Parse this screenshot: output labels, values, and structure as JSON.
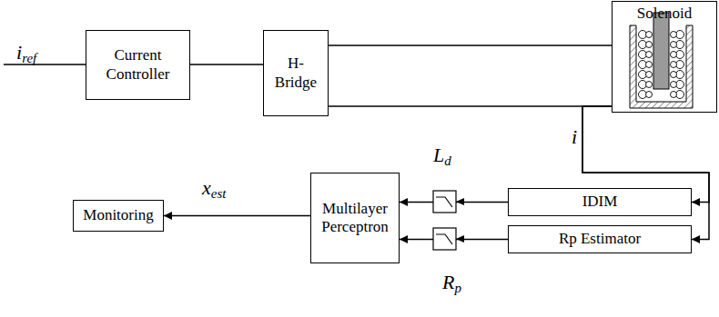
{
  "diagram": {
    "nodes": [
      {
        "text": [
          "Current Controller"
        ]
      },
      {
        "text": [
          "H- Bridge"
        ]
      },
      {
        "text": [
          "Solenoid"
        ]
      },
      {
        "text": [
          "Monitoring"
        ]
      },
      {
        "text": [
          "Multilayer Perceptron"
        ]
      },
      {
        "text": [
          "IDIM"
        ]
      },
      {
        "text": [
          "Rp Estimator"
        ]
      }
    ],
    "edges": [
      {
        "from": 0,
        "to": 1,
        "arrow": "none"
      },
      {
        "from": 1,
        "to": 2,
        "arrow": "none"
      },
      {
        "from": 1,
        "to": 2,
        "arrow": "none"
      },
      {
        "from": 2,
        "to": 5,
        "arrow": "to"
      },
      {
        "from": 2,
        "to": 6,
        "arrow": "to"
      },
      {
        "from": 5,
        "to": 4,
        "arrow": "to"
      },
      {
        "from": 6,
        "to": 4,
        "arrow": "to"
      },
      {
        "from": 4,
        "to": 3,
        "arrow": "to",
        "label": "xest"
      }
    ],
    "labels": [
      "iref",
      "i",
      "Ld",
      "Rp"
    ]
  }
}
